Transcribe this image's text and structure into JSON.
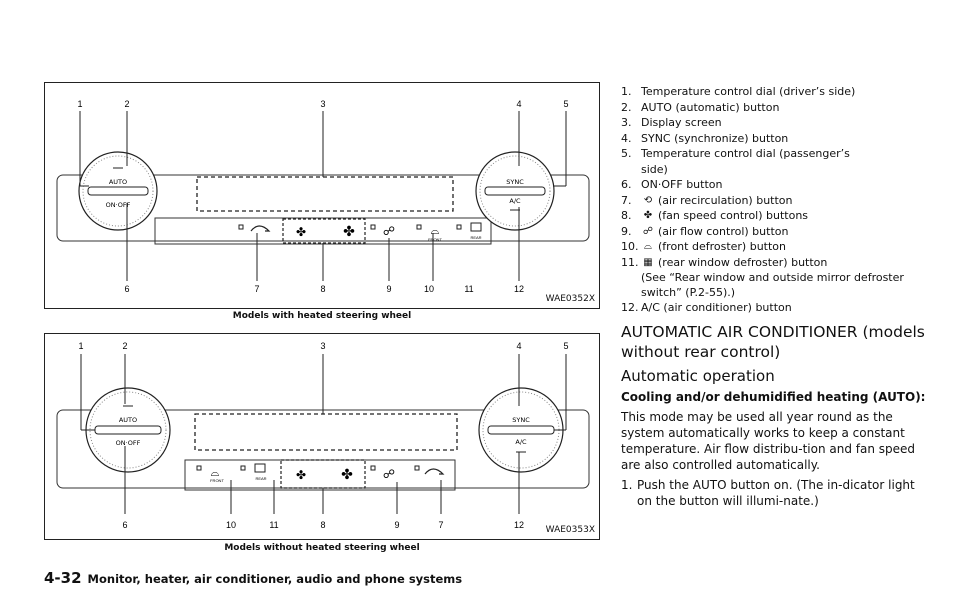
{
  "figures": [
    {
      "code": "WAE0352X",
      "caption": "Models with heated steering wheel",
      "top_callouts": [
        "1",
        "2",
        "3",
        "4",
        "5"
      ],
      "bottom_callouts": [
        "6",
        "7",
        "8",
        "9",
        "10",
        "11",
        "12"
      ],
      "left_dial_buttons": [
        "AUTO",
        "ON·OFF"
      ],
      "right_dial_buttons": [
        "SYNC",
        "A/C"
      ],
      "button_labels": [
        "FRONT",
        "REAR"
      ]
    },
    {
      "code": "WAE0353X",
      "caption": "Models without heated steering wheel",
      "top_callouts": [
        "1",
        "2",
        "3",
        "4",
        "5"
      ],
      "bottom_callouts": [
        "6",
        "10",
        "11",
        "8",
        "9",
        "7",
        "12"
      ],
      "left_dial_buttons": [
        "AUTO",
        "ON·OFF"
      ],
      "right_dial_buttons": [
        "SYNC",
        "A/C"
      ],
      "button_labels": [
        "FRONT",
        "REAR"
      ]
    }
  ],
  "parts": [
    {
      "num": "1.",
      "icon": "",
      "text": "Temperature control dial (driver’s side)"
    },
    {
      "num": "2.",
      "icon": "",
      "text": "AUTO (automatic) button"
    },
    {
      "num": "3.",
      "icon": "",
      "text": "Display screen"
    },
    {
      "num": "4.",
      "icon": "",
      "text": "SYNC (synchronize) button"
    },
    {
      "num": "5.",
      "icon": "",
      "text": "Temperature control dial (passenger’s"
    },
    {
      "num": "",
      "icon": "",
      "text": "side)"
    },
    {
      "num": "6.",
      "icon": "",
      "text": "ON·OFF button"
    },
    {
      "num": "7.",
      "icon": "recirculation-icon",
      "text": "(air recirculation) button"
    },
    {
      "num": "8.",
      "icon": "fan-icon",
      "text": "(fan speed control) buttons"
    },
    {
      "num": "9.",
      "icon": "airflow-icon",
      "text": "(air flow control) button"
    },
    {
      "num": "10.",
      "icon": "front-defroster-icon",
      "text": "(front defroster) button"
    },
    {
      "num": "11.",
      "icon": "rear-defroster-icon",
      "text": "(rear window defroster) button"
    }
  ],
  "note": "(See “Rear window and outside mirror defroster switch” (P.2-55).)",
  "part12": {
    "num": "12.",
    "text": "A/C (air conditioner) button"
  },
  "heading_main": "AUTOMATIC AIR CONDITIONER (models without rear control)",
  "heading_op": "Automatic operation",
  "heading_sub": "Cooling and/or dehumidified heating (AUTO):",
  "body": "This mode may be used all year round as the system automatically works to keep a constant temperature. Air flow distribu-tion and fan speed are also controlled automatically.",
  "step1": {
    "num": "1.",
    "text": "Push the AUTO button on. (The in-dicator light on the button will illumi-nate.)"
  },
  "footer": {
    "page": "4-32",
    "section": "Monitor, heater, air conditioner, audio and phone systems"
  }
}
